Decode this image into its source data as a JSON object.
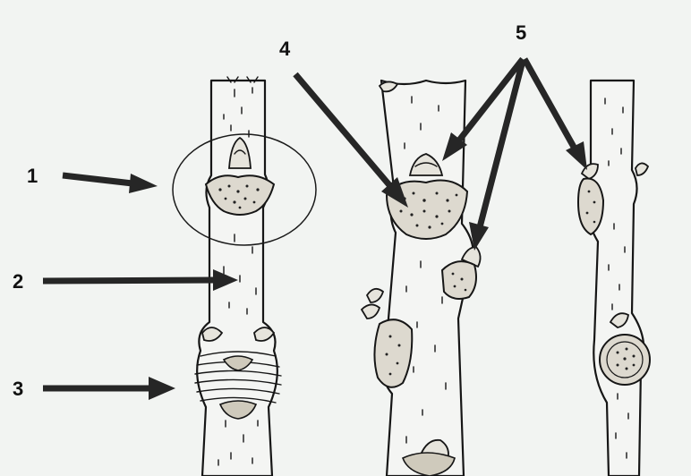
{
  "labels": {
    "l1": "1",
    "l2": "2",
    "l3": "3",
    "l4": "4",
    "l5": "5"
  },
  "colors": {
    "background": "#f2f4f2",
    "ink": "#161616",
    "arrow": "#262626",
    "scar": "#ddd9cf"
  }
}
